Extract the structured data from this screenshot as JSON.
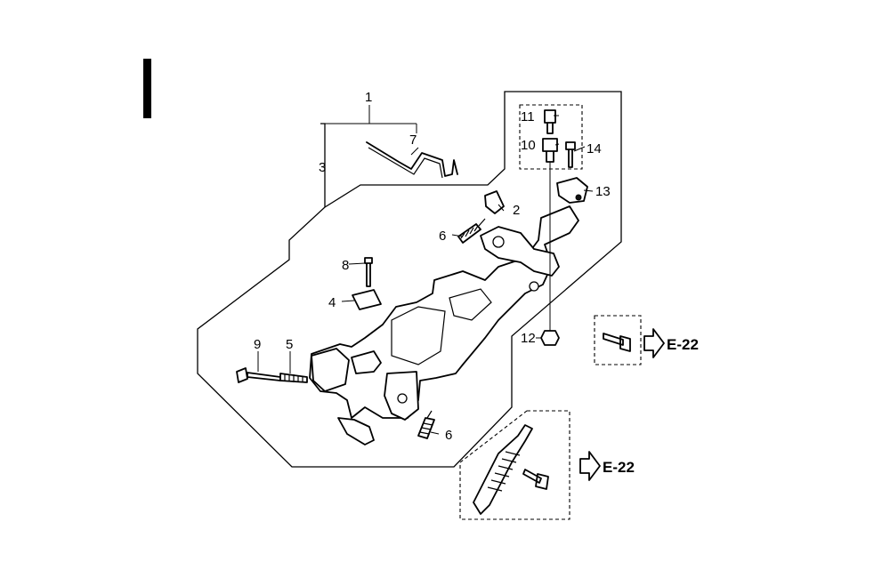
{
  "section_marker": "I",
  "callouts": {
    "c1": "1",
    "c2": "2",
    "c3": "3",
    "c4": "4",
    "c5": "5",
    "c6a": "6",
    "c6b": "6",
    "c7": "7",
    "c8": "8",
    "c9": "9",
    "c10": "10",
    "c11": "11",
    "c12": "12",
    "c13": "13",
    "c14": "14"
  },
  "references": {
    "ref_upper": "E-22",
    "ref_lower": "E-22"
  }
}
